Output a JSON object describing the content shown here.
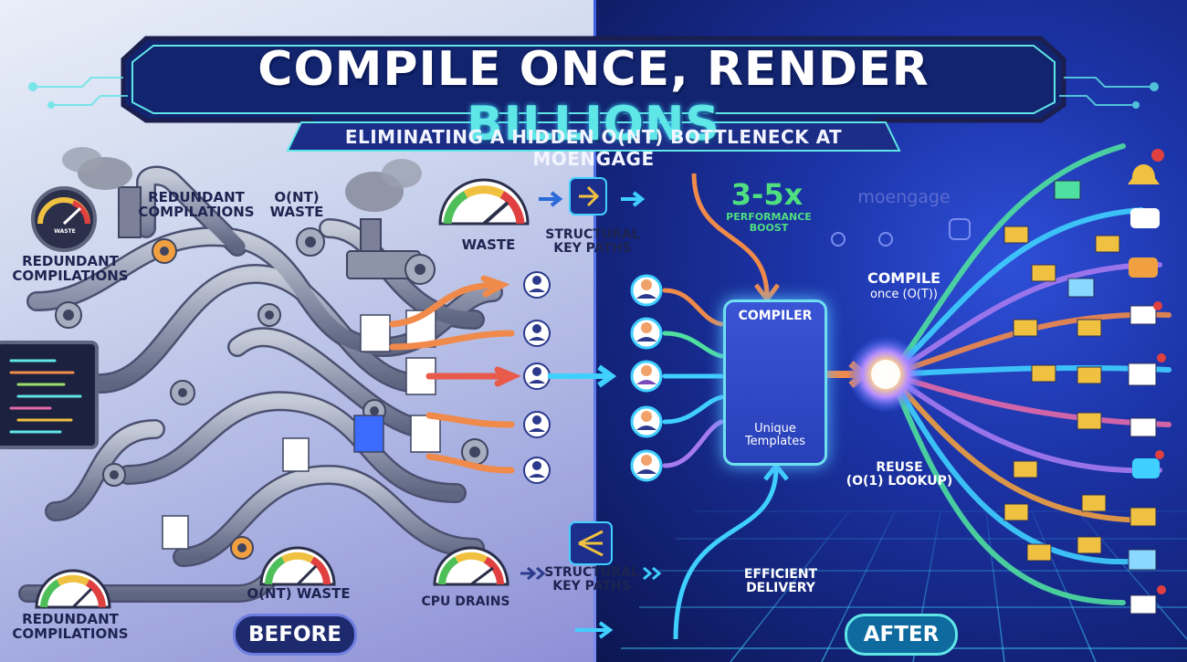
{
  "title": {
    "main": "COMPILE ONCE, RENDER",
    "highlight": "BILLIONS"
  },
  "subtitle": "ELIMINATING A HIDDEN O(NT) BOTTLENECK AT MOENGAGE",
  "before": {
    "pill": "BEFORE",
    "labels": {
      "redundant_top": "REDUNDANT\nCOMPILATIONS",
      "ont_top": "O(NT)\nWASTE",
      "redundant_left": "REDUNDANT\nCOMPILATIONS",
      "waste": "WASTE",
      "redundant_bottom": "REDUNDANT\nCOMPILATIONS",
      "ont_bottom": "O(NT) WASTE",
      "cpu": "CPU DRAINS",
      "gauge_text": "WASTE"
    }
  },
  "middle": {
    "structural_top": "STRUCTURAL\nKEY PATHS",
    "structural_bottom": "STRUCTURAL\nKEY PATHS"
  },
  "after": {
    "pill": "AFTER",
    "boost_value": "3-5x",
    "boost_label": "PERFORMANCE\nBOOST",
    "brand": "moengage",
    "compiler_title": "COMPILER",
    "compiler_sub": "Unique\nTemplates",
    "compile_label": "COMPILE",
    "compile_sub": "once (O(T))",
    "reuse_label": "REUSE\n(O(1) LOOKUP)",
    "efficient": "EFFICIENT\nDELIVERY"
  },
  "colors": {
    "accent_cyan": "#5fe6e6",
    "before_bg": "#a9b1e2",
    "after_bg": "#1c34a8",
    "arrow_orange": "#f08a4b",
    "pipe_gray": "#9aa1b8"
  }
}
